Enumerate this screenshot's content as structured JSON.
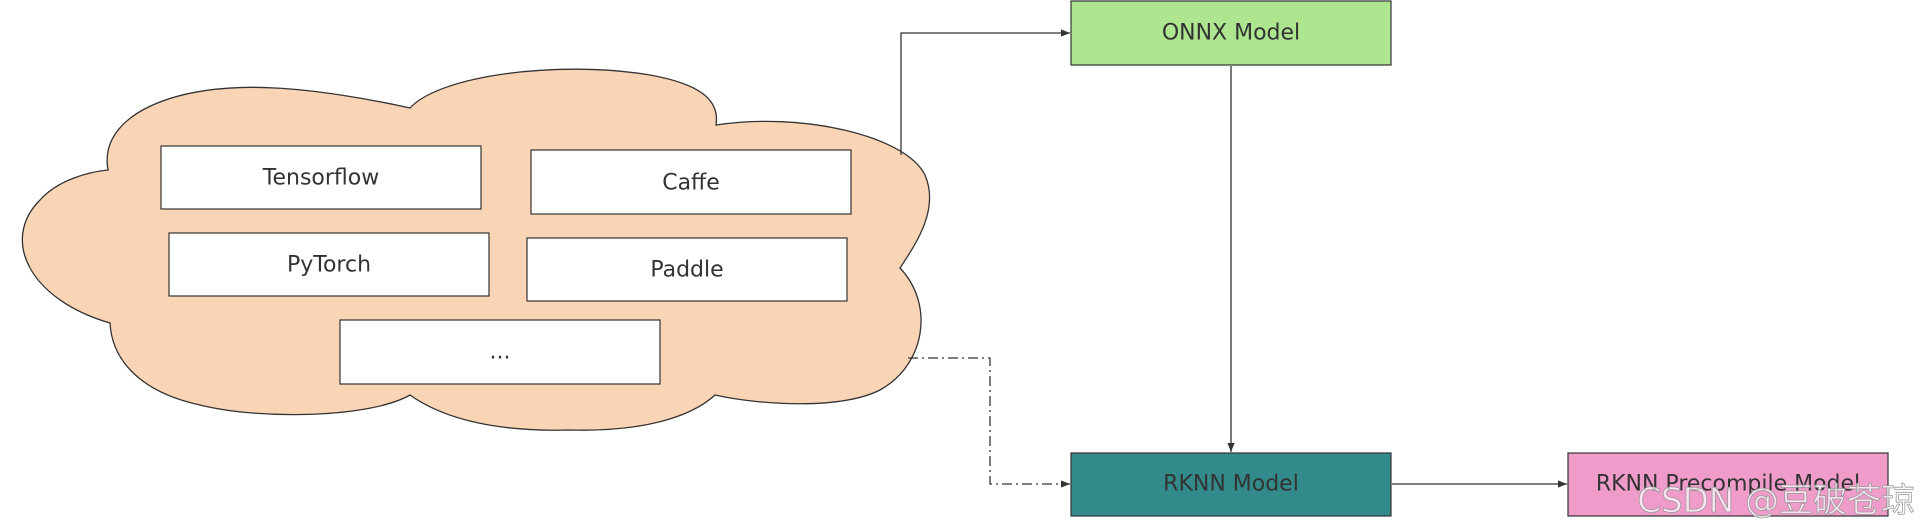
{
  "diagram": {
    "frameworks": {
      "items": [
        {
          "label": "Tensorflow"
        },
        {
          "label": "Caffe"
        },
        {
          "label": "PyTorch"
        },
        {
          "label": "Paddle"
        },
        {
          "label": "..."
        }
      ]
    },
    "onnx_model": {
      "label": "ONNX Model",
      "color": "#ade68f"
    },
    "rknn_model": {
      "label": "RKNN Model",
      "color": "#338a8a"
    },
    "rknn_precompile": {
      "label": "RKNN Precompile Model",
      "color": "#f09ccb"
    },
    "cloud_color": "#f9d5b6",
    "edges": [
      {
        "from": "frameworks",
        "to": "onnx_model",
        "style": "solid"
      },
      {
        "from": "onnx_model",
        "to": "rknn_model",
        "style": "solid"
      },
      {
        "from": "frameworks",
        "to": "rknn_model",
        "style": "dash-dot"
      },
      {
        "from": "rknn_model",
        "to": "rknn_precompile",
        "style": "solid"
      }
    ]
  },
  "watermark": "CSDN @豆破苍琼"
}
